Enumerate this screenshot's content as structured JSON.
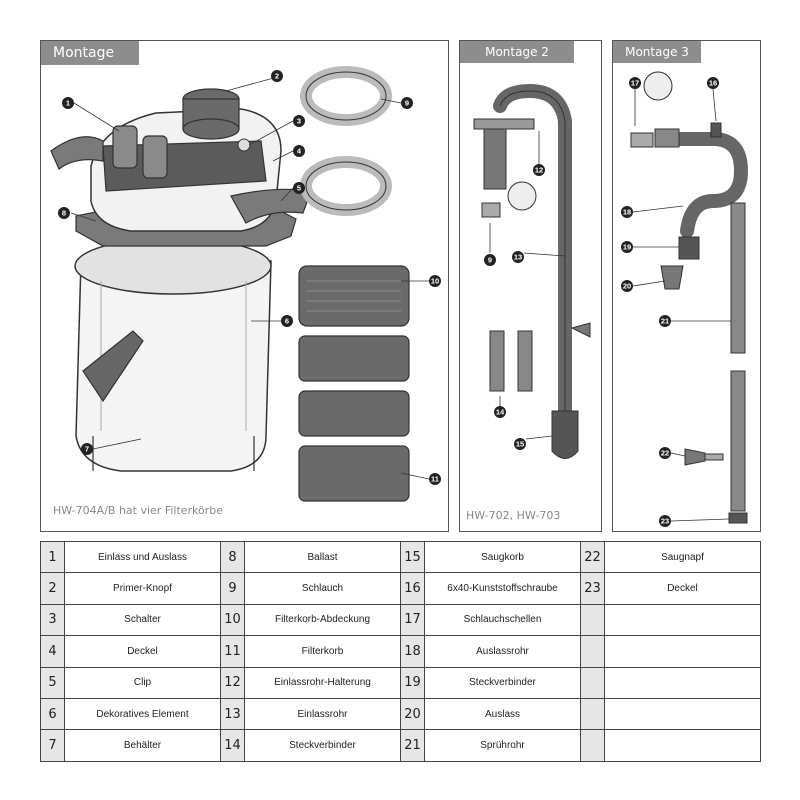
{
  "panels": {
    "m1": {
      "title": "Montage 1",
      "note": "HW-704A/B hat vier Filterkörbe"
    },
    "m2": {
      "title": "Montage 2",
      "note": "HW-702, HW-703"
    },
    "m3": {
      "title": "Montage 3"
    }
  },
  "callouts": {
    "c1": "1",
    "c2": "2",
    "c3": "3",
    "c4": "4",
    "c5": "5",
    "c6": "6",
    "c7": "7",
    "c8": "8",
    "c9a": "9",
    "c10": "10",
    "c11": "11",
    "c12": "12",
    "c13": "13",
    "c14": "14",
    "c15": "15",
    "c9b": "9",
    "c16": "16",
    "c17": "17",
    "c18": "18",
    "c19": "19",
    "c20": "20",
    "c21": "21",
    "c22": "22",
    "c23": "23"
  },
  "parts_table": {
    "rows": [
      [
        {
          "n": "1",
          "label": "Einlass und Auslass"
        },
        {
          "n": "8",
          "label": "Ballast"
        },
        {
          "n": "15",
          "label": "Saugkorb"
        },
        {
          "n": "22",
          "label": "Saugnapf"
        }
      ],
      [
        {
          "n": "2",
          "label": "Primer-Knopf"
        },
        {
          "n": "9",
          "label": "Schlauch"
        },
        {
          "n": "16",
          "label": "6x40-Kunststoffschraube"
        },
        {
          "n": "23",
          "label": "Deckel"
        }
      ],
      [
        {
          "n": "3",
          "label": "Schalter"
        },
        {
          "n": "10",
          "label": "Filterkorb-Abdeckung"
        },
        {
          "n": "17",
          "label": "Schlauchschellen"
        },
        {
          "n": "",
          "label": ""
        }
      ],
      [
        {
          "n": "4",
          "label": "Deckel"
        },
        {
          "n": "11",
          "label": "Filterkorb"
        },
        {
          "n": "18",
          "label": "Auslassrohr"
        },
        {
          "n": "",
          "label": ""
        }
      ],
      [
        {
          "n": "5",
          "label": "Clip"
        },
        {
          "n": "12",
          "label": "Einlassrohr-Halterung"
        },
        {
          "n": "19",
          "label": "Steckverbinder"
        },
        {
          "n": "",
          "label": ""
        }
      ],
      [
        {
          "n": "6",
          "label": "Dekoratives Element"
        },
        {
          "n": "13",
          "label": "Einlassrohr"
        },
        {
          "n": "20",
          "label": "Auslass"
        },
        {
          "n": "",
          "label": ""
        }
      ],
      [
        {
          "n": "7",
          "label": "Behälter"
        },
        {
          "n": "14",
          "label": "Steckverbinder"
        },
        {
          "n": "21",
          "label": "Sprührohr"
        },
        {
          "n": "",
          "label": ""
        }
      ]
    ]
  }
}
